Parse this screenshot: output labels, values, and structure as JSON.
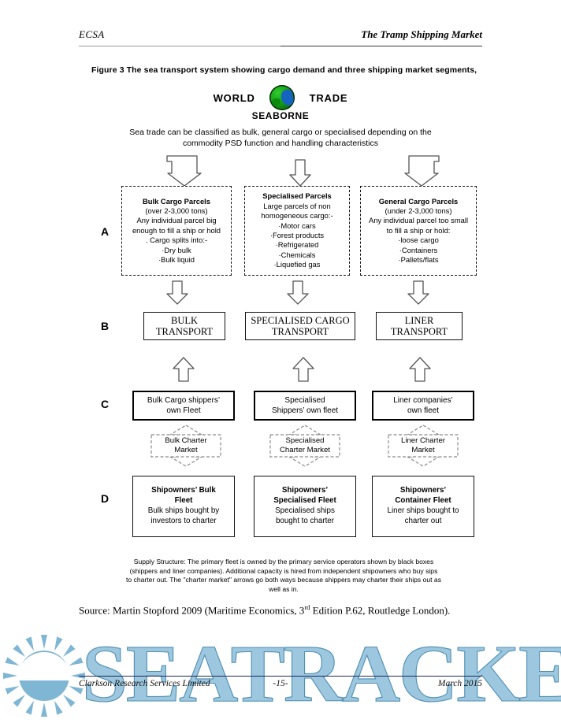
{
  "header": {
    "left": "ECSA",
    "right": "The Tramp Shipping Market"
  },
  "figure": {
    "title": "Figure 3 The sea transport system showing cargo demand and three shipping market segments,",
    "world_label": "WORLD",
    "trade_label": "TRADE",
    "globe_icon": "globe-earth-icon",
    "seaborne_label": "SEABORNE",
    "blurb": "Sea trade can be classified as bulk, general cargo or specialised depending on the commodity PSD function and handling characteristics"
  },
  "row_labels": {
    "a": "A",
    "b": "B",
    "c": "C",
    "d": "D"
  },
  "row_a": [
    {
      "title": "Bulk Cargo Parcels",
      "lines": [
        "(over 2-3,000 tons)",
        "Any individual parcel  big",
        "enough to fill a ship or hold",
        ". Cargo splits into:-",
        "·Dry bulk",
        "·Bulk liquid"
      ]
    },
    {
      "title": "Specialised Parcels",
      "lines": [
        "Large parcels of non",
        "homogeneous cargo:-",
        "·Motor cars",
        "·Forest products",
        "·Refrigerated",
        "·Chemicals",
        "·Liquefied gas"
      ]
    },
    {
      "title": "General Cargo Parcels",
      "lines": [
        "(under 2-3,000 tons)",
        "Any individual parcel too small",
        "to fill a ship or hold:",
        "·loose cargo",
        "·Containers",
        "·Pallets/flats"
      ]
    }
  ],
  "row_b": [
    {
      "line1": "BULK",
      "line2": "TRANSPORT"
    },
    {
      "line1": "SPECIALISED CARGO",
      "line2": "TRANSPORT"
    },
    {
      "line1": "LINER",
      "line2": "TRANSPORT"
    }
  ],
  "row_c": [
    {
      "line1": "Bulk Cargo shippers’",
      "line2": "own Fleet"
    },
    {
      "line1": "Specialised",
      "line2": "Shippers’ own fleet"
    },
    {
      "line1": "Liner companies’",
      "line2": "own fleet"
    }
  ],
  "charter": [
    {
      "line1": "Bulk Charter",
      "line2": "Market"
    },
    {
      "line1": "Specialised",
      "line2": "Charter Market"
    },
    {
      "line1": "Liner Charter",
      "line2": "Market"
    }
  ],
  "row_d": [
    {
      "title1": "Shipowners’ Bulk",
      "title2": "Fleet",
      "body1": "Bulk ships bought by",
      "body2": "investors to charter"
    },
    {
      "title1": "Shipowners’",
      "title2": "Specialised Fleet",
      "body1": "Specialised ships",
      "body2": "bought to charter"
    },
    {
      "title1": "Shipowners’",
      "title2": "Container Fleet",
      "body1": "Liner ships bought to",
      "body2": "charter out"
    }
  ],
  "supply_note": "Supply Structure: The primary fleet is owned by the primary service operators shown by black boxes (shippers and liner companies). Additional capacity is hired from independent shipowners who buy sips to charter out. The \"charter market\" arrows go both ways because shippers may charter their ships out as well as in.",
  "source": {
    "prefix": "Source: Martin Stopford 2009 (Maritime Economics, 3",
    "ordinal": "rd",
    "suffix": " Edition P.62, Routledge London)."
  },
  "watermark": {
    "text": "SEATRACKER.RU",
    "logo_icon": "sunburst-logo-icon",
    "color": "#7fb6d4"
  },
  "footer": {
    "left": "Clarkson Research Services Limited",
    "page": "-15-",
    "right": "March 2015"
  }
}
